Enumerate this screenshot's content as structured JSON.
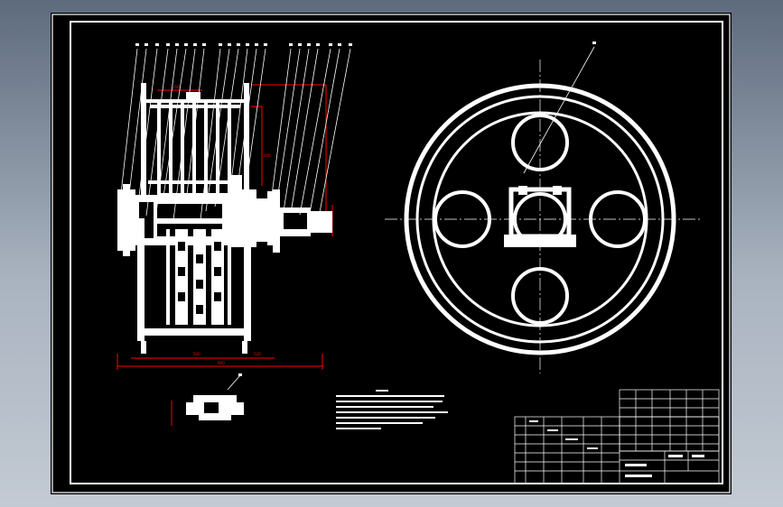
{
  "colors": {
    "background": "#000000",
    "line": "#ffffff",
    "dimension": "#ff0000"
  },
  "left_view": {
    "balloon_count": 21
  },
  "detail_view": {
    "balloon_count": 1
  },
  "right_view": {
    "balloon_count": 1
  },
  "tables": {
    "title_block": {},
    "parts_list": {}
  }
}
